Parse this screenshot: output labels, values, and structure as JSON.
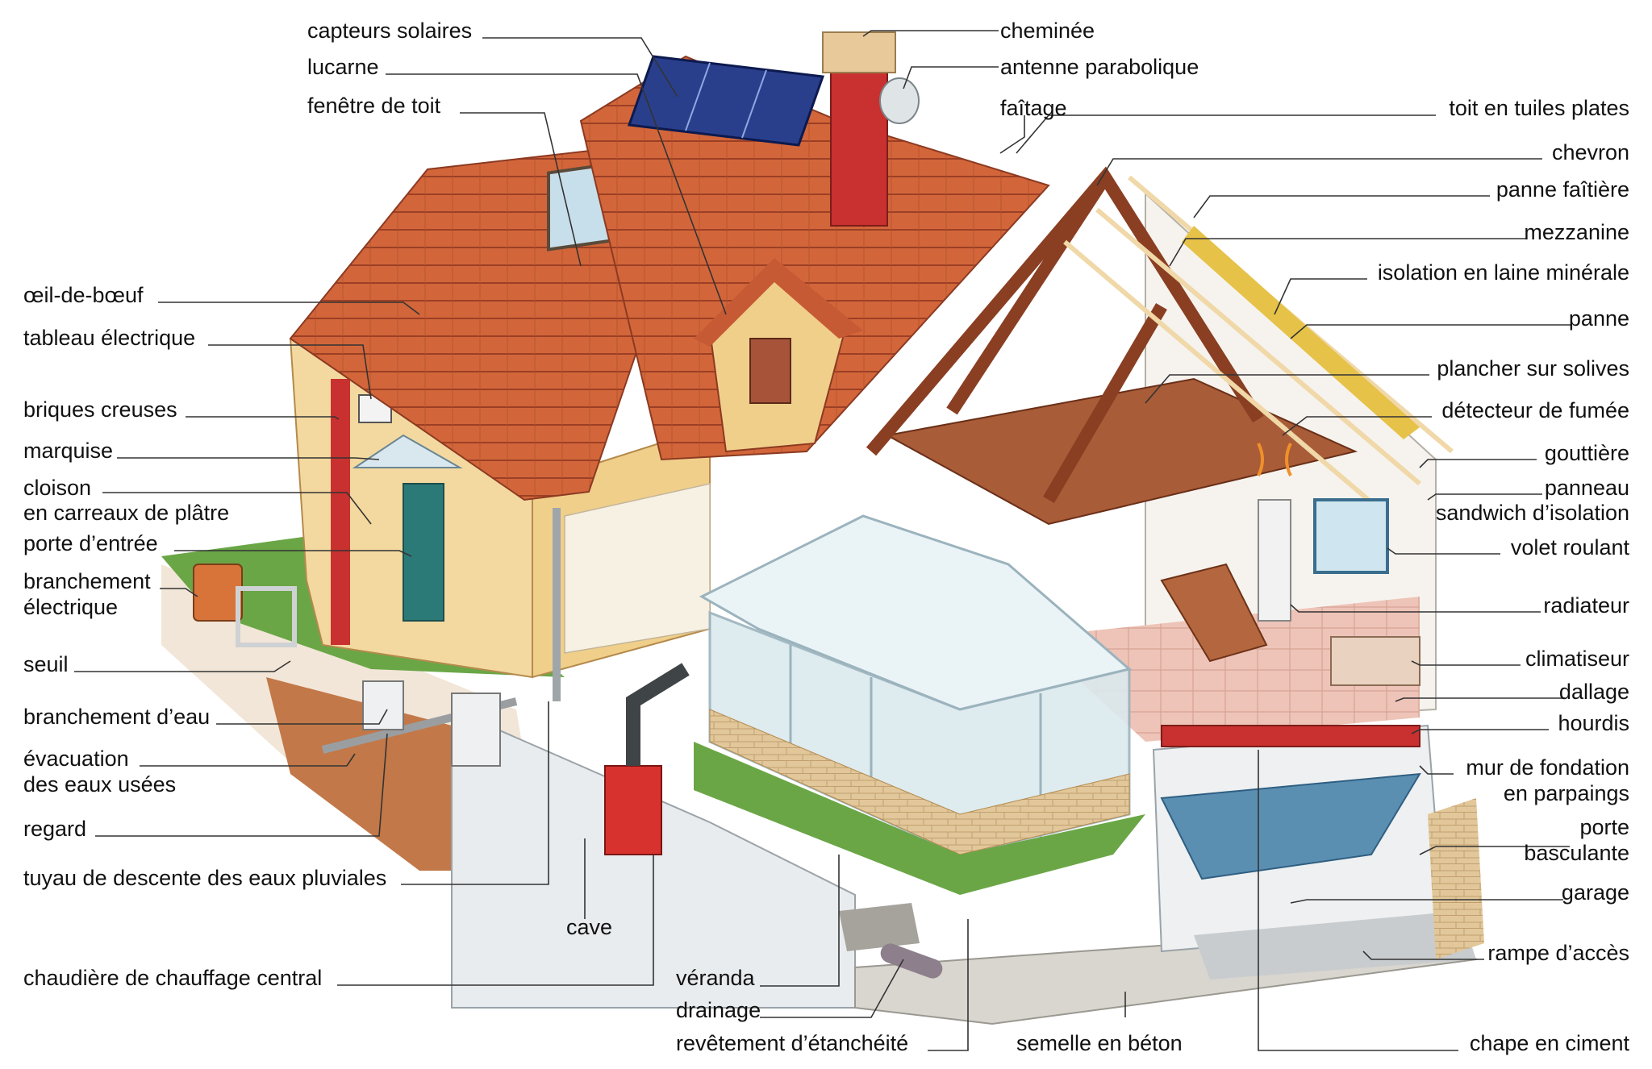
{
  "labels": {
    "capteurs_solaires": "capteurs solaires",
    "lucarne": "lucarne",
    "fenetre_de_toit": "fenêtre de toit",
    "oeil_de_boeuf": "œil-de-bœuf",
    "tableau_electrique": "tableau électrique",
    "briques_creuses": "briques creuses",
    "marquise": "marquise",
    "cloison_1": "cloison",
    "cloison_2": "en carreaux de plâtre",
    "porte_entree": "porte d’entrée",
    "branchement_electrique_1": "branchement",
    "branchement_electrique_2": "électrique",
    "seuil": "seuil",
    "branchement_eau": "branchement d’eau",
    "evacuation_1": "évacuation",
    "evacuation_2": "des eaux usées",
    "regard": "regard",
    "tuyau_descente": "tuyau de descente des eaux pluviales",
    "cave": "cave",
    "chaudiere": "chaudière de chauffage central",
    "cheminee": "cheminée",
    "antenne": "antenne parabolique",
    "faitage": "faîtage",
    "toit_tuiles": "toit en tuiles plates",
    "chevron": "chevron",
    "panne_faitiere": "panne faîtière",
    "mezzanine": "mezzanine",
    "isolation": "isolation en laine minérale",
    "panne": "panne",
    "plancher": "plancher sur solives",
    "detecteur": "détecteur de fumée",
    "gouttiere": "gouttière",
    "panneau_1": "panneau",
    "panneau_2": "sandwich d’isolation",
    "volet_roulant": "volet roulant",
    "radiateur": "radiateur",
    "climatiseur": "climatiseur",
    "dallage": "dallage",
    "hourdis": "hourdis",
    "mur_fondation_1": "mur de fondation",
    "mur_fondation_2": "en parpaings",
    "porte_basculante_1": "porte",
    "porte_basculante_2": "basculante",
    "garage": "garage",
    "rampe": "rampe d’accès",
    "chape": "chape en ciment",
    "semelle": "semelle en béton",
    "veranda": "véranda",
    "drainage": "drainage",
    "revetement": "revêtement d’étanchéité"
  },
  "colors": {
    "roof_tile": "#d2663a",
    "roof_dark": "#a8432a",
    "wall": "#f3d9a0",
    "brick": "#c8312f",
    "wood": "#8a3e22",
    "glass": "#dbe9ee",
    "grass": "#5f9a3a",
    "concrete": "#e4e6e8",
    "soil": "#b86b3a"
  }
}
